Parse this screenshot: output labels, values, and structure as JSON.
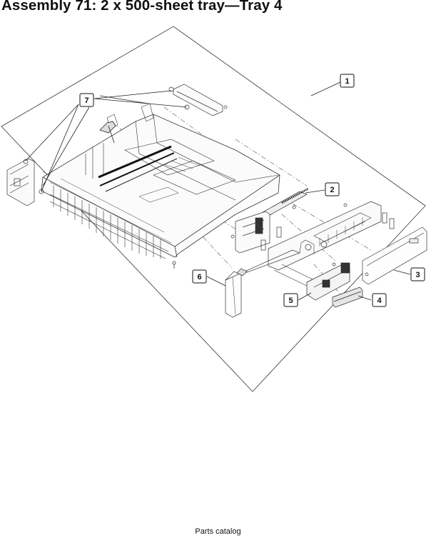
{
  "page_title": "Assembly 71: 2 x 500-sheet tray—Tray 4",
  "callouts": [
    {
      "id": "1",
      "label": "1"
    },
    {
      "id": "2",
      "label": "2"
    },
    {
      "id": "3",
      "label": "3"
    },
    {
      "id": "4",
      "label": "4"
    },
    {
      "id": "5",
      "label": "5"
    },
    {
      "id": "6",
      "label": "6"
    },
    {
      "id": "7",
      "label": "7"
    }
  ],
  "footer_label": "Parts catalog"
}
